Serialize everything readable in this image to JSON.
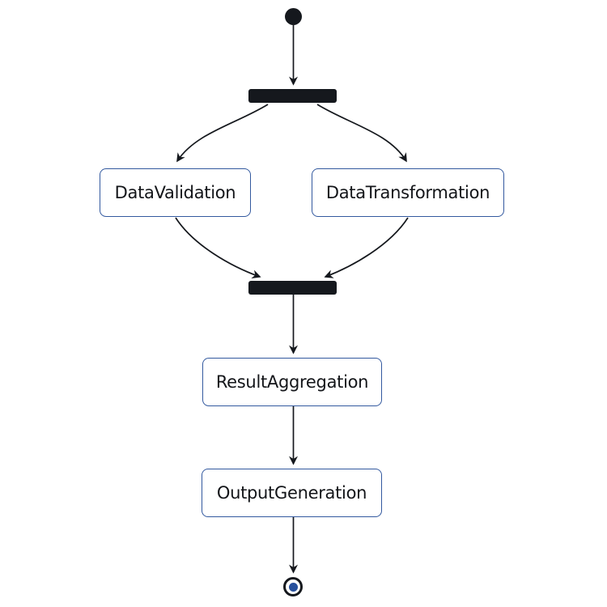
{
  "diagram": {
    "type": "activity-diagram",
    "background": "#ffffff",
    "nodes": {
      "initial": {
        "id": "initial",
        "kind": "initial-state"
      },
      "fork": {
        "id": "fork",
        "kind": "fork-bar"
      },
      "join": {
        "id": "join",
        "kind": "join-bar"
      },
      "final": {
        "id": "final",
        "kind": "final-state"
      },
      "activities": [
        {
          "id": "data-validation",
          "label": "DataValidation"
        },
        {
          "id": "data-transformation",
          "label": "DataTransformation"
        },
        {
          "id": "result-aggregation",
          "label": "ResultAggregation"
        },
        {
          "id": "output-generation",
          "label": "OutputGeneration"
        }
      ]
    },
    "edges": [
      {
        "from": "initial",
        "to": "fork"
      },
      {
        "from": "fork",
        "to": "data-validation"
      },
      {
        "from": "fork",
        "to": "data-transformation"
      },
      {
        "from": "data-validation",
        "to": "join"
      },
      {
        "from": "data-transformation",
        "to": "join"
      },
      {
        "from": "join",
        "to": "result-aggregation"
      },
      {
        "from": "result-aggregation",
        "to": "output-generation"
      },
      {
        "from": "output-generation",
        "to": "final"
      }
    ],
    "colors": {
      "node_border": "#33599f",
      "node_fill": "#ffffff",
      "node_text": "#131519",
      "bar_fill": "#15181d",
      "edge_stroke": "#15181d",
      "final_inner_dot": "#27509c"
    }
  }
}
